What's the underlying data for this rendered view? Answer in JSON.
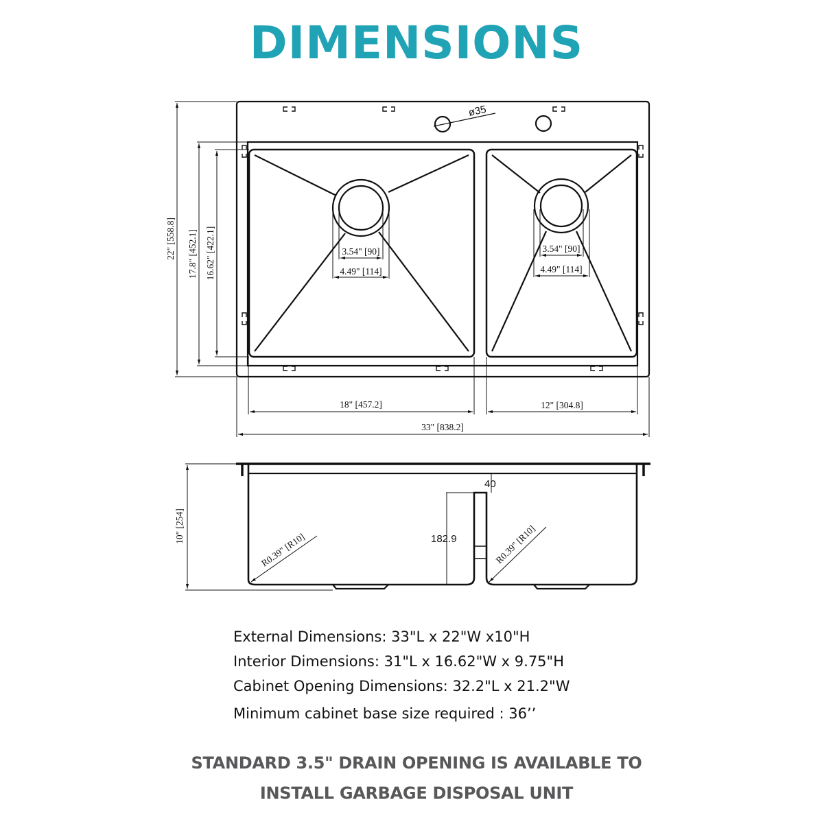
{
  "title": "DIMENSIONS",
  "colors": {
    "title": "#1fa3b5",
    "line": "#111111",
    "note": "#58585a"
  },
  "top_view": {
    "faucet_hole_label": "ø35",
    "overall_depth": "22\" [558.8]",
    "bowl_outer_depth": "17.8\" [452.1]",
    "bowl_inner_depth": "16.62\" [422.1]",
    "left_bowl_width": "18\" [457.2]",
    "right_bowl_width": "12\" [304.8]",
    "overall_length": "33\" [838.2]",
    "left_drain": {
      "inner": "3.54\" [90]",
      "outer": "4.49\" [114]"
    },
    "right_drain": {
      "inner": "3.54\" [90]",
      "outer": "4.49\" [114]"
    }
  },
  "side_view": {
    "height": "10\" [254]",
    "left_corner_radius": "R0.39\" [R10]",
    "right_corner_radius": "R0.39\" [R10]",
    "divider_height": "182.9",
    "divider_gap": "40"
  },
  "specs": [
    "External Dimensions: 33\"L x 22\"W x10\"H",
    "Interior Dimensions: 31\"L x 16.62\"W x 9.75\"H",
    "Cabinet Opening Dimensions: 32.2\"L x 21.2\"W",
    "Minimum cabinet base size required : 36’’"
  ],
  "note": [
    "STANDARD 3.5\" DRAIN OPENING IS AVAILABLE TO",
    "INSTALL GARBAGE DISPOSAL UNIT"
  ]
}
